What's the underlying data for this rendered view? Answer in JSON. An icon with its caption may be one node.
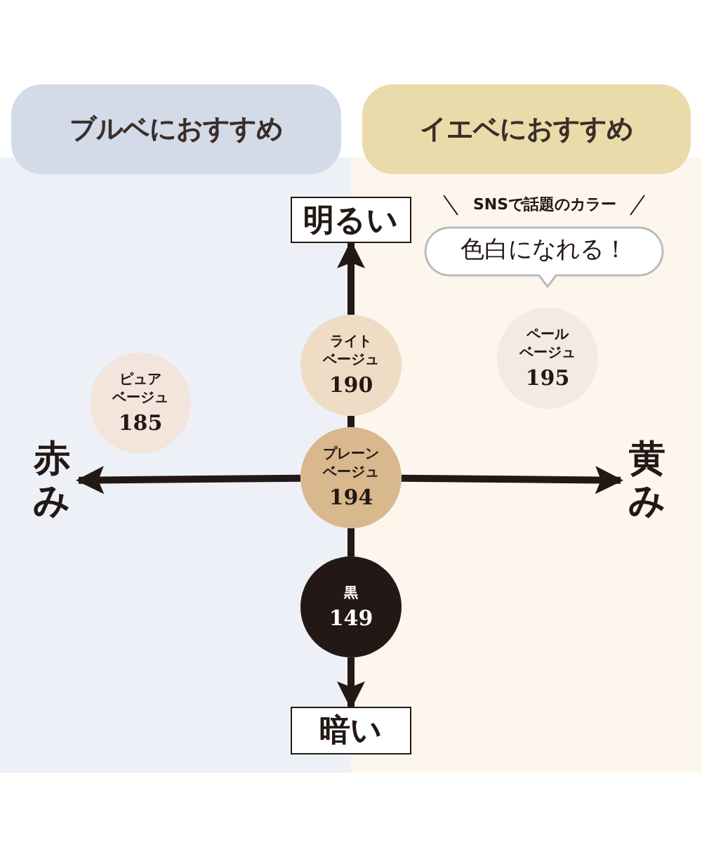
{
  "diagram": {
    "nodes": [
      {
        "text": [
          "ブルベにおすすめ"
        ]
      },
      {
        "text": [
          "イエベにおすすめ"
        ]
      },
      {
        "text": [
          "明るい"
        ]
      },
      {
        "text": [
          "暗い"
        ]
      },
      {
        "text": [
          "赤み"
        ]
      },
      {
        "text": [
          "黄み"
        ]
      },
      {
        "text": [
          "SNSで話題のカラー",
          "色白になれる！"
        ]
      },
      {
        "text": [
          "ライトベージュ",
          "190"
        ]
      },
      {
        "text": [
          "ピュアベージュ",
          "185"
        ]
      },
      {
        "text": [
          "ペールベージュ",
          "195"
        ]
      },
      {
        "text": [
          "プレーンベージュ",
          "194"
        ]
      },
      {
        "text": [
          "黒",
          "149"
        ]
      }
    ],
    "edges": [
      {
        "from": 10,
        "to": 7,
        "arrow": "none"
      },
      {
        "from": 7,
        "to": 2,
        "arrow": "to"
      },
      {
        "from": 10,
        "to": 11,
        "arrow": "none"
      },
      {
        "from": 11,
        "to": 3,
        "arrow": "to"
      },
      {
        "from": 10,
        "to": 4,
        "arrow": "to"
      },
      {
        "from": 10,
        "to": 5,
        "arrow": "to"
      }
    ]
  }
}
